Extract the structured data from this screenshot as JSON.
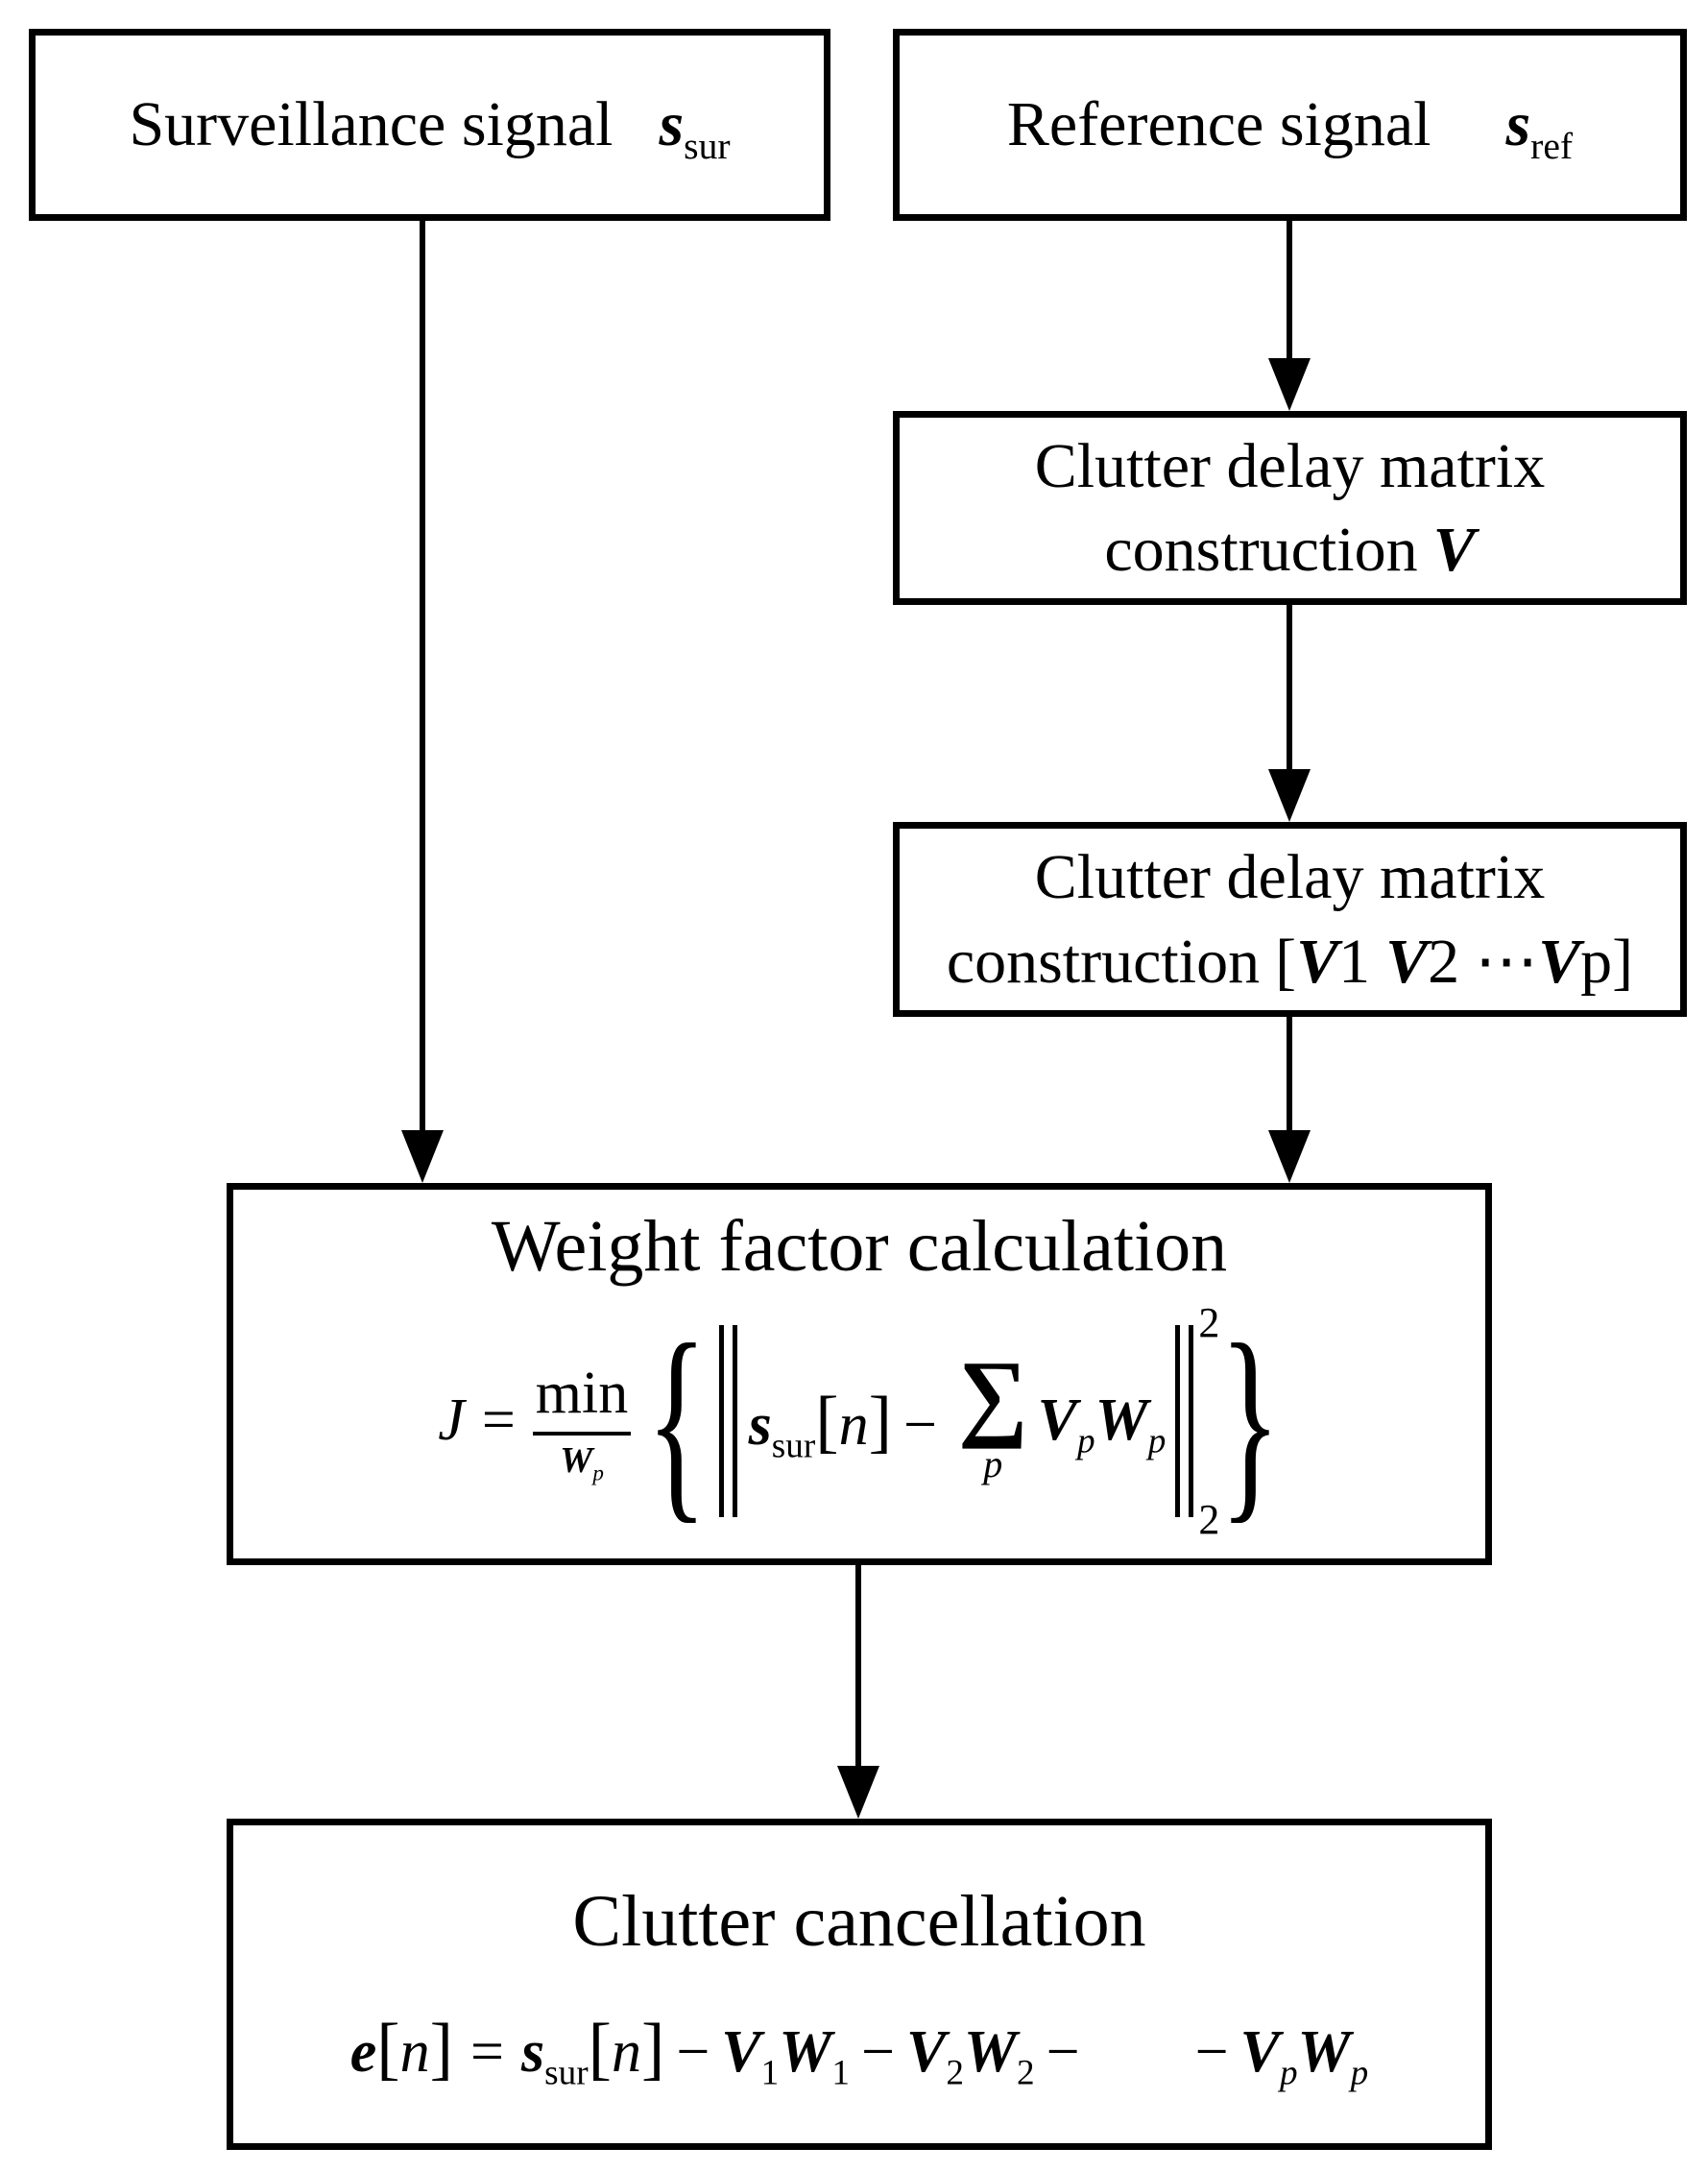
{
  "colors": {
    "ink": "#000000",
    "background": "#ffffff"
  },
  "boxes": {
    "surveillance": {
      "label": "Surveillance signal",
      "sym": "s",
      "sub": "sur"
    },
    "reference": {
      "label": "Reference signal",
      "sym": "s",
      "sub": "ref"
    },
    "delay_v": {
      "line1": "Clutter delay matrix",
      "line2": "construction",
      "sym": "V"
    },
    "delay_vp": {
      "line1": "Clutter delay matrix",
      "line2": "construction",
      "open": "[",
      "v1": "V",
      "s1": "1",
      "v2": "V",
      "s2": "2",
      "dots": "⋯",
      "vp": "V",
      "sp": "p",
      "close": "]"
    },
    "weight": {
      "title": "Weight factor calculation",
      "f": {
        "J": "J",
        "eq": "=",
        "min": "min",
        "minsub_w": "W",
        "minsub_p": "p",
        "lbrace": "{",
        "s": "s",
        "ssub": "sur",
        "lbrack": "[",
        "n": "n",
        "rbrack": "]",
        "minus": "−",
        "sum": "∑",
        "sumsub": "p",
        "V": "V",
        "Vsub": "p",
        "W": "W",
        "Wsub": "p",
        "sup2": "2",
        "sub2": "2",
        "rbrace": "}"
      }
    },
    "cancel": {
      "title": "Clutter cancellation",
      "f": {
        "e": "e",
        "lb1": "[",
        "n1": "n",
        "rb1": "]",
        "eq": "=",
        "s": "s",
        "ssub": "sur",
        "lb2": "[",
        "n2": "n",
        "rb2": "]",
        "m1": "−",
        "V1": "V",
        "V1sub": "1",
        "W1": "W",
        "W1sub": "1",
        "m2": "−",
        "V2": "V",
        "V2sub": "2",
        "W2": "W",
        "W2sub": "2",
        "m3": "−",
        "m4": "−",
        "Vp": "V",
        "Vpsub": "p",
        "Wp": "W",
        "Wpsub": "p"
      }
    }
  }
}
